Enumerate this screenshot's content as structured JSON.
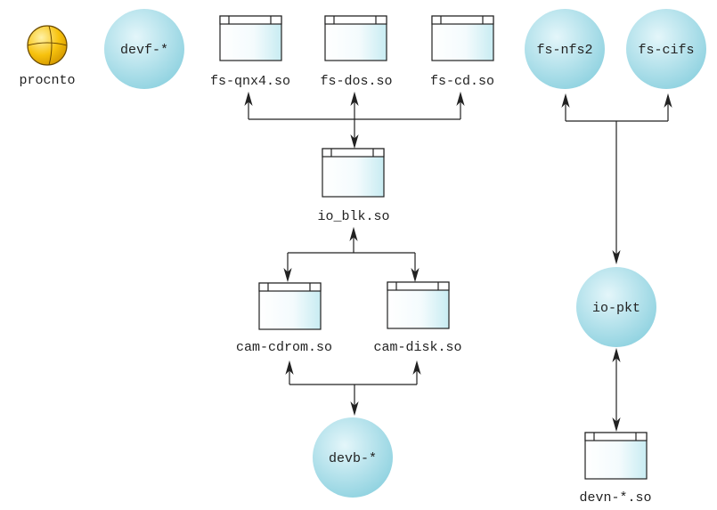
{
  "nodes": {
    "procnto": {
      "label": "procnto"
    },
    "devf": {
      "label": "devf-*"
    },
    "fs_qnx4": {
      "label": "fs-qnx4.so"
    },
    "fs_dos": {
      "label": "fs-dos.so"
    },
    "fs_cd": {
      "label": "fs-cd.so"
    },
    "fs_nfs2": {
      "label": "fs-nfs2"
    },
    "fs_cifs": {
      "label": "fs-cifs"
    },
    "io_blk": {
      "label": "io_blk.so"
    },
    "cam_cdrom": {
      "label": "cam-cdrom.so"
    },
    "cam_disk": {
      "label": "cam-disk.so"
    },
    "io_pkt": {
      "label": "io-pkt"
    },
    "devb": {
      "label": "devb-*"
    },
    "devn": {
      "label": "devn-*.so"
    }
  },
  "colors": {
    "circle_light": "#e4f6fa",
    "circle_dark": "#8fd2e0",
    "window_light": "#ffffff",
    "window_dark": "#c8ecf2",
    "procnto_fill": "#f7c20e",
    "line": "#222222"
  },
  "icons": {
    "procnto": "sphere-icon",
    "shared_object": "window-icon",
    "process": "circle-icon"
  }
}
